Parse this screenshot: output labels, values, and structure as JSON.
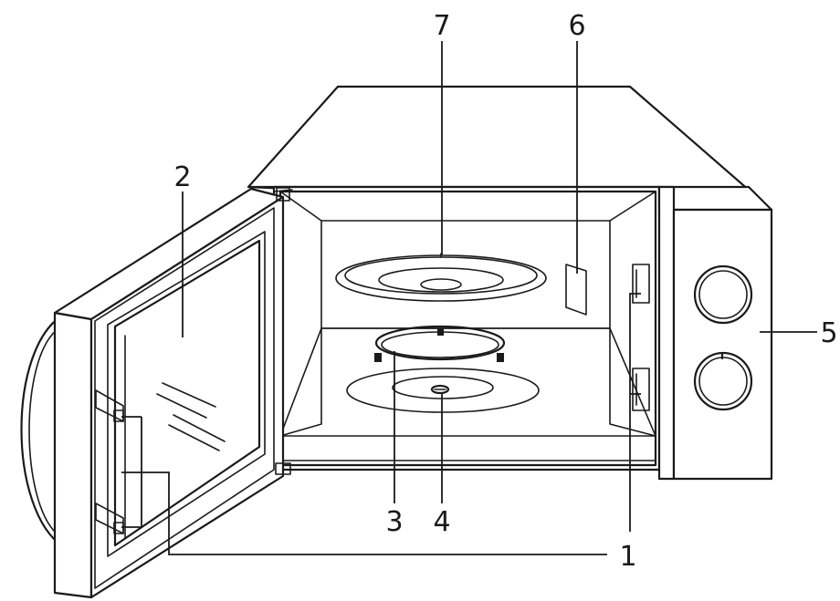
{
  "callouts": {
    "door_safety_lock": "1",
    "door_window": "2",
    "roller_ring": "3",
    "turntable_shaft": "4",
    "control_panel": "5",
    "waveguide_cover": "6",
    "glass_tray": "7"
  }
}
